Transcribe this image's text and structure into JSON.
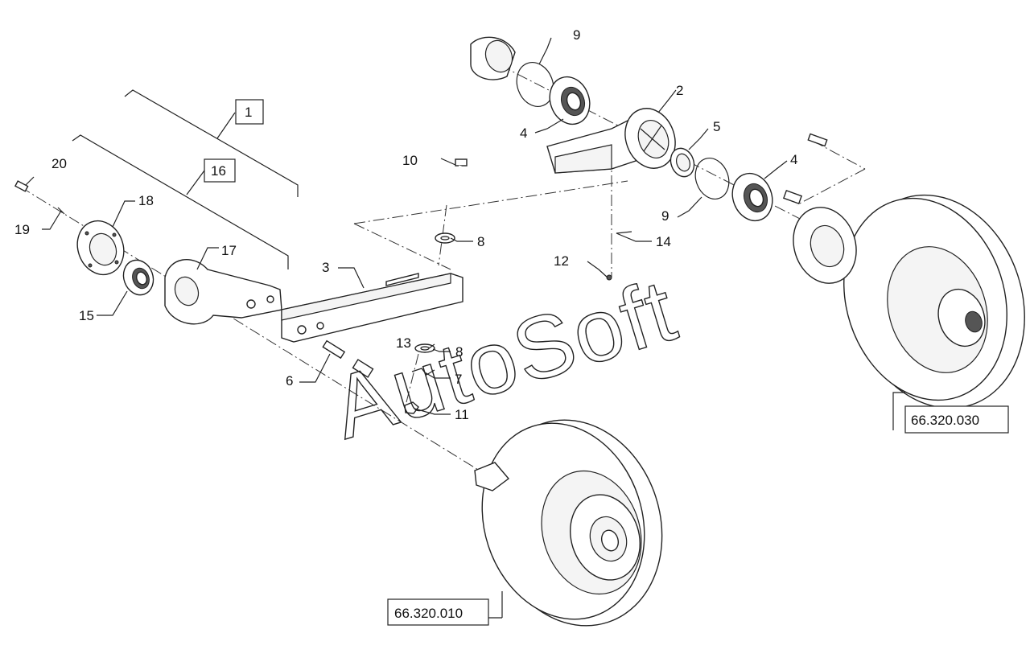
{
  "callouts": {
    "c1": "1",
    "c2": "2",
    "c3": "3",
    "c4a": "4",
    "c4b": "4",
    "c5": "5",
    "c6": "6",
    "c7": "7",
    "c8a": "8",
    "c8b": "8",
    "c9a": "9",
    "c9b": "9",
    "c10": "10",
    "c11": "11",
    "c12": "12",
    "c13": "13",
    "c14": "14",
    "c15": "15",
    "c16": "16",
    "c17": "17",
    "c18": "18",
    "c19": "19",
    "c20": "20"
  },
  "references": {
    "ref_rear": "66.320.030",
    "ref_front": "66.320.010"
  },
  "watermark": "AutoSoft"
}
